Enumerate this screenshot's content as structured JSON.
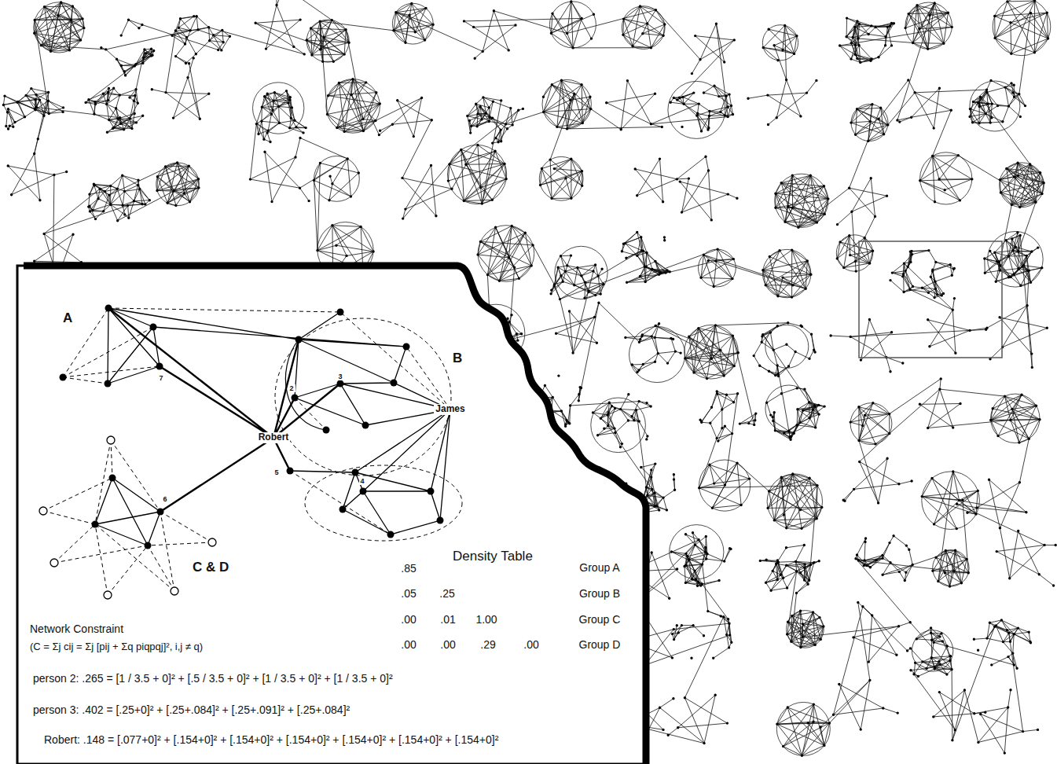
{
  "diagram": {
    "labels": [
      "A",
      "7",
      "B",
      "2",
      "3",
      "James",
      "Robert",
      "5",
      "4",
      "6",
      "C & D",
      "Density Table",
      ".85",
      "Group A",
      ".05",
      ".25",
      "Group B",
      ".00",
      ".01",
      "1.00",
      "Group C",
      ".00",
      ".00",
      ".29",
      ".00",
      "Group D",
      "Network Constraint",
      "(C = Σj cij = Σj [pij + Σq piqpqj]², i,j ≠ q)",
      "person 2: .265 = [1 / 3.5 + 0]² + [.5 / 3.5 + 0]² + [1 / 3.5 + 0]² + [1 / 3.5 + 0]²",
      "person 3: .402 = [.25+0]² + [.25+.084]² + [.25+.091]² + [.25+.084]²",
      "Robert: .148 = [.077+0]² + [.154+0]² + [.154+0]² + [.154+0]² + [.154+0]² + [.154+0]² + [.154+0]²"
    ]
  }
}
